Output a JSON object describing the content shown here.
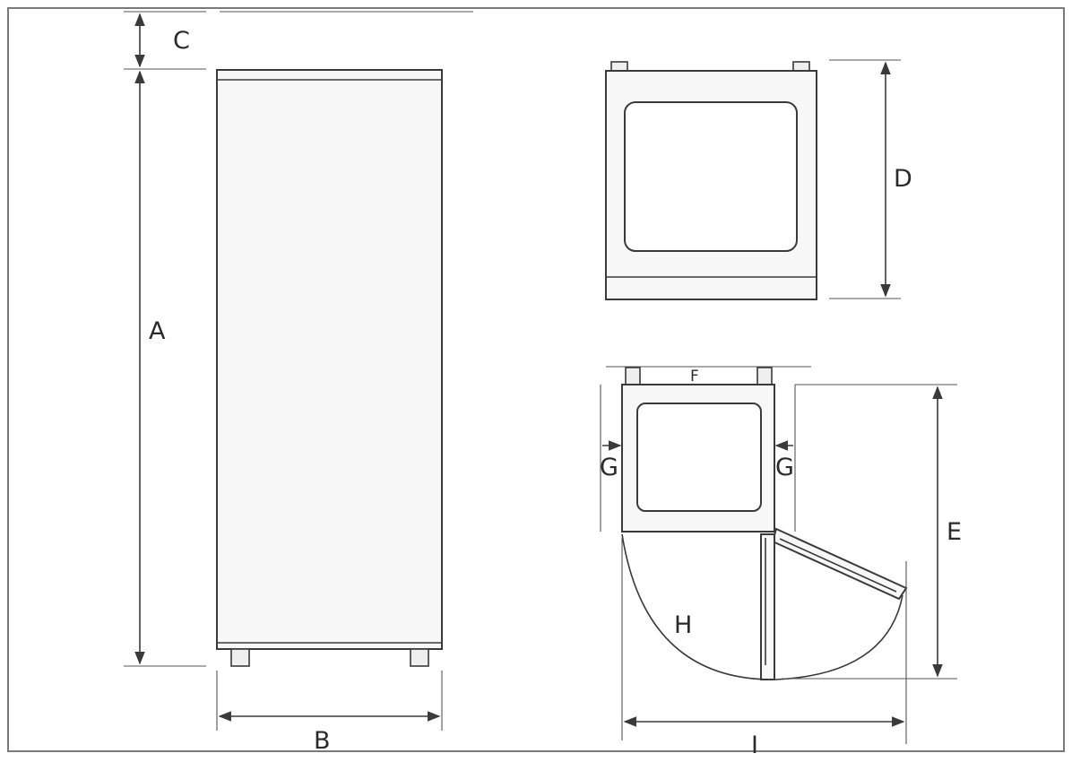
{
  "labels": {
    "A": "A",
    "B": "B",
    "C": "C",
    "D": "D",
    "E": "E",
    "F": "F",
    "G_left": "G",
    "G_right": "G",
    "H": "H",
    "I": "I"
  },
  "colors": {
    "line": "#3a3a3a",
    "frame": "#7a7a7a",
    "background": "#ffffff"
  }
}
